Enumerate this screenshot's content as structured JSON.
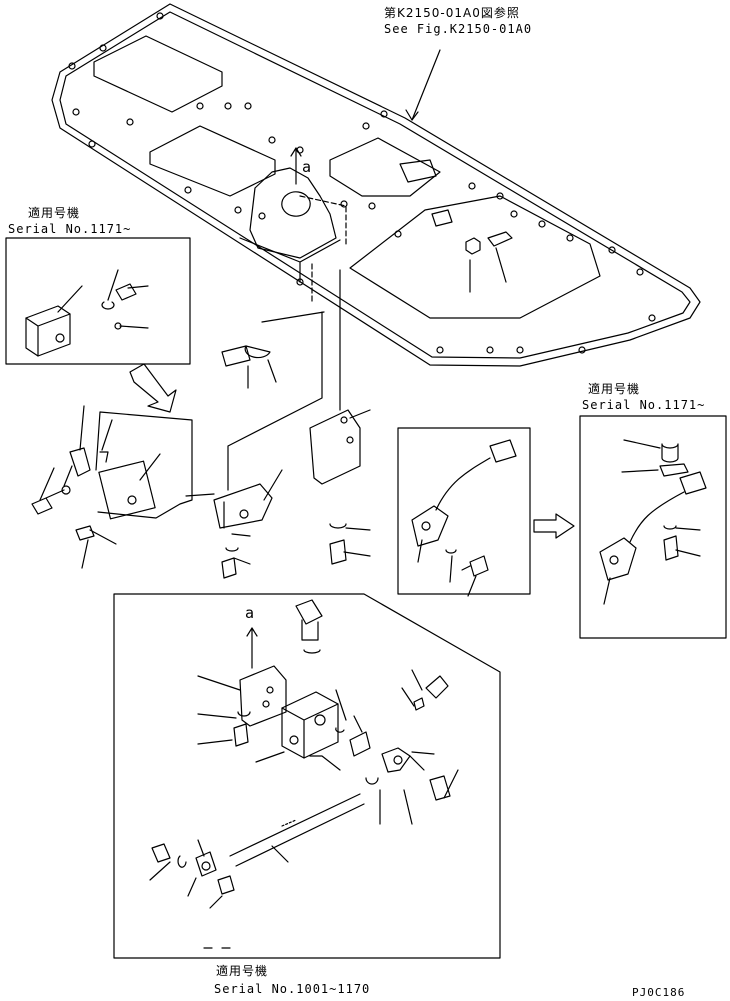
{
  "reference": {
    "line1": "第K2150-01A0図参照",
    "line2": "See Fig.K2150-01A0"
  },
  "insets": {
    "upper_left": {
      "jp": "適用号機",
      "serial": "Serial No.1171~"
    },
    "right": {
      "jp": "適用号機",
      "serial": "Serial No.1171~"
    },
    "lower": {
      "jp": "適用号機",
      "serial": "Serial No.1001~1170"
    }
  },
  "view_marks": {
    "top": "a",
    "lower": "a"
  },
  "drawing_code": "PJ0C186",
  "colors": {
    "line": "#000000",
    "background": "#ffffff"
  }
}
